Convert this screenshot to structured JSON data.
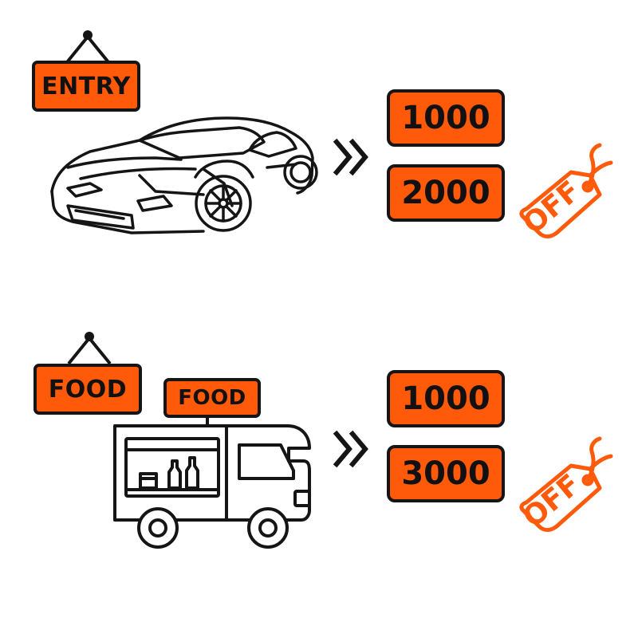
{
  "rows": [
    {
      "sign_label": "ENTRY",
      "vehicle_icon": "sports-car-icon",
      "arrow_icon": "double-chevron-right-icon",
      "prices": [
        "1000",
        "2000"
      ],
      "tag_label": "OFF"
    },
    {
      "sign_label": "FOOD",
      "truck_sign_label": "FOOD",
      "vehicle_icon": "food-truck-icon",
      "arrow_icon": "double-chevron-right-icon",
      "prices": [
        "1000",
        "3000"
      ],
      "tag_label": "OFF"
    }
  ],
  "colors": {
    "accent": "#ff5a0a",
    "outline": "#151515"
  }
}
